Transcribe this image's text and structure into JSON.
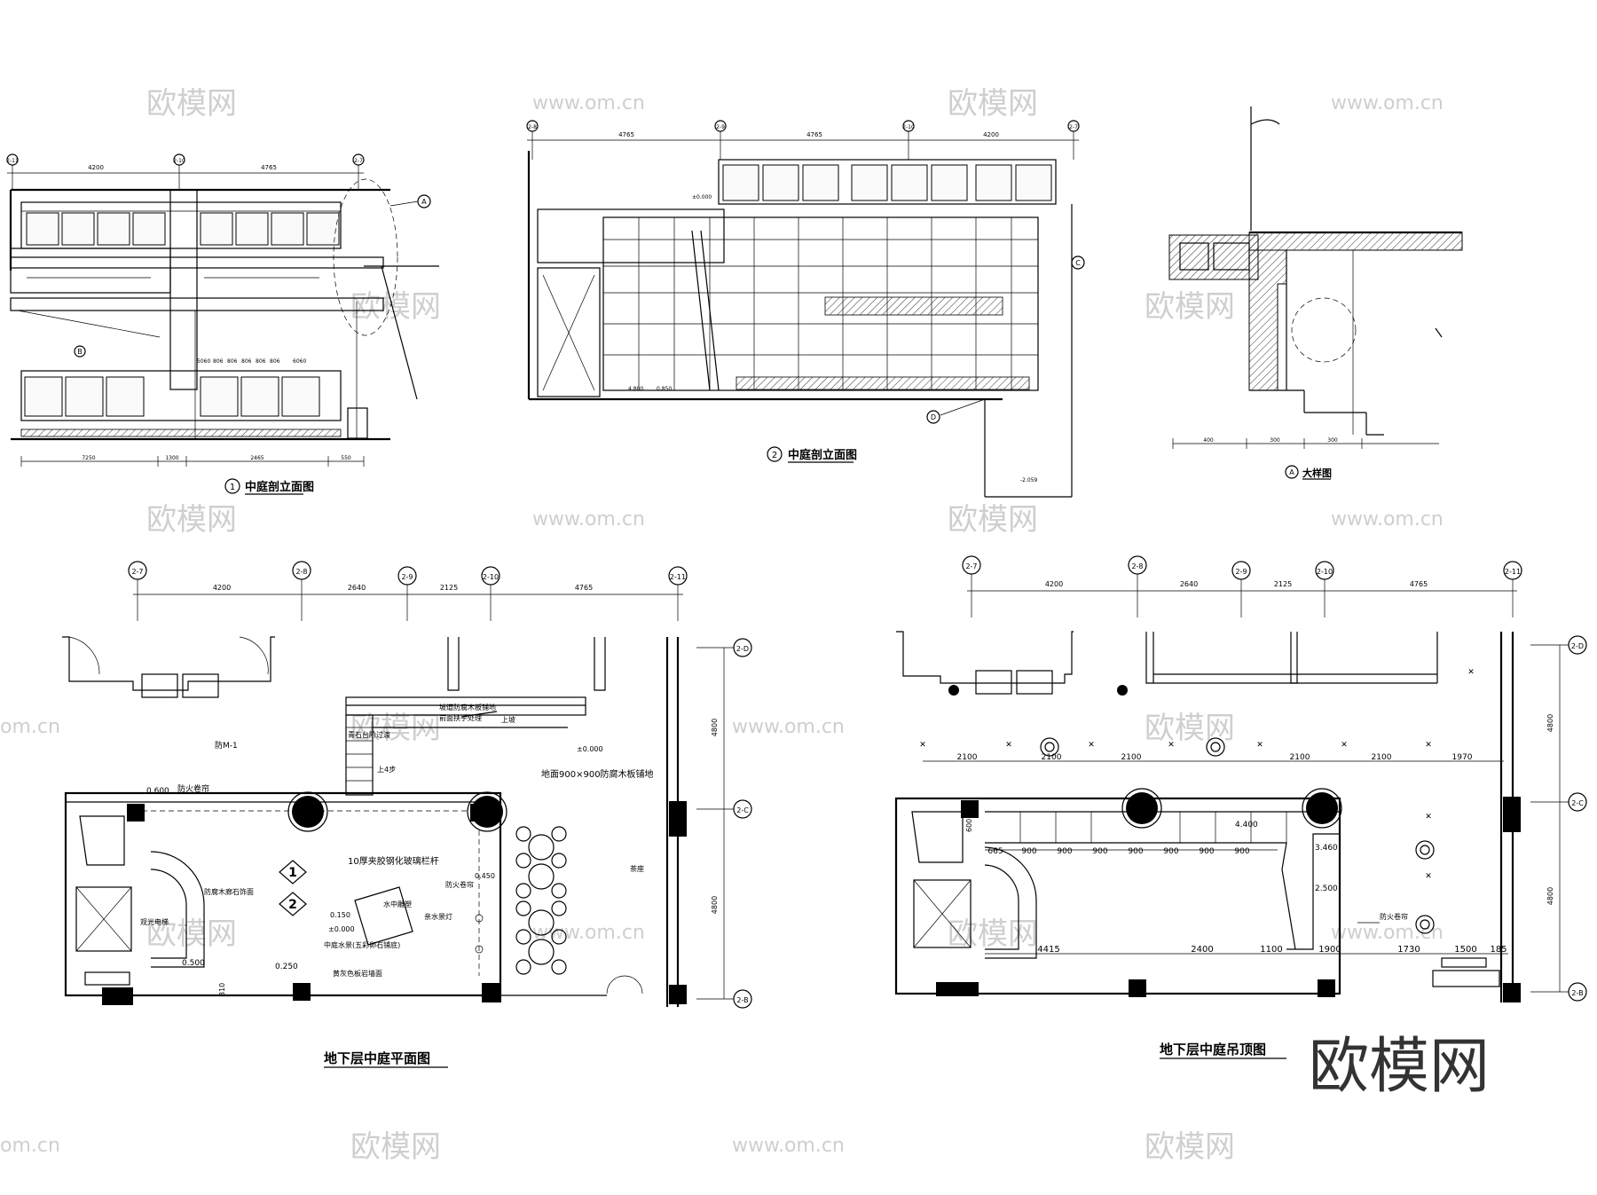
{
  "drawings": {
    "elev1_title": "中庭剖立面图",
    "elev1_num": "1",
    "elev2_title": "中庭剖立面图",
    "elev2_num": "2",
    "detail_title": "大样图",
    "detail_num": "A",
    "plan_title": "地下层中庭平面图",
    "ceiling_title": "地下层中庭吊顶图"
  },
  "plan": {
    "axes_top": [
      "2-7",
      "2-8",
      "2-9",
      "2-10",
      "2-11"
    ],
    "dims_top": [
      "4200",
      "2640",
      "2125",
      "4765"
    ],
    "axes_right": [
      "2-D",
      "2-C",
      "2-B"
    ],
    "dims_right": [
      "4800",
      "4800"
    ],
    "labels": {
      "door": "防M-1",
      "fire_curtain": "防火卷帘",
      "level_top": "0.600",
      "stone_wall": "防腐木廊石饰面",
      "elevator": "观光电梯",
      "glass_wall": "10厚夹胶钢化玻璃栏杆",
      "water": "水中雕塑",
      "level_water": "0.150",
      "level_floor": "±0.000",
      "pool": "中庭水景(五彩卵石铺底)",
      "mosaic": "黄灰色板岩墙面",
      "level_0500": "0.500",
      "level_0250": "0.250",
      "level_0450": "0.450",
      "fire_door": "防火卷帘",
      "wash": "亲水景灯",
      "floor_note": "地面900×900防腐木板铺地",
      "level_000": "±0.000",
      "teahouse": "茶座",
      "stair_note": "坡道防腐木板铺地",
      "stair_note2": "前面扶手处理",
      "up": "上坡",
      "steps": "上4步",
      "step_stone": "青石台阶过渡",
      "dim_310": "310"
    },
    "markers": [
      "1",
      "2"
    ]
  },
  "ceiling": {
    "axes_top": [
      "2-7",
      "2-8",
      "2-9",
      "2-10",
      "2-11"
    ],
    "dims_top": [
      "4200",
      "2640",
      "2125",
      "4765"
    ],
    "axes_right": [
      "2-D",
      "2-C",
      "2-B"
    ],
    "dims_right": [
      "4800",
      "4800"
    ],
    "row_dims": [
      "2100",
      "2100",
      "2100",
      "2100",
      "2100",
      "1970"
    ],
    "inner_dims": [
      "665",
      "900",
      "900",
      "900",
      "900",
      "900",
      "900",
      "900"
    ],
    "bottom_dims": [
      "4415",
      "2400",
      "1100",
      "1900",
      "1730",
      "1500",
      "185"
    ],
    "labels": {
      "h4400": "4.400",
      "h3460": "3.460",
      "h2500": "2.500",
      "dim_600": "600",
      "fire_curtain": "防火卷帘"
    }
  },
  "elev1": {
    "axes": [
      "2-11",
      "2-10",
      "2-7"
    ],
    "dims_top": [
      "4200",
      "4765"
    ],
    "dims_bottom": [
      "7250",
      "1300",
      "2465",
      "550"
    ],
    "callouts": [
      "A",
      "B"
    ],
    "dims_mid": [
      "5060",
      "806",
      "806",
      "806",
      "806",
      "806",
      "6060"
    ]
  },
  "elev2": {
    "axes": [
      "2-8",
      "2-9",
      "2-10",
      "2-7"
    ],
    "dims_top": [
      "4765",
      "4765",
      "4200"
    ],
    "callouts": [
      "C",
      "D"
    ],
    "levels": [
      "±0.000",
      "-2.059",
      "4.800",
      "0.850"
    ]
  },
  "detail": {
    "dims_bottom": [
      "400",
      "300",
      "300"
    ]
  },
  "watermarks": {
    "brand": "欧模网",
    "site": "www.om.cn",
    "site_short": "om.cn"
  }
}
